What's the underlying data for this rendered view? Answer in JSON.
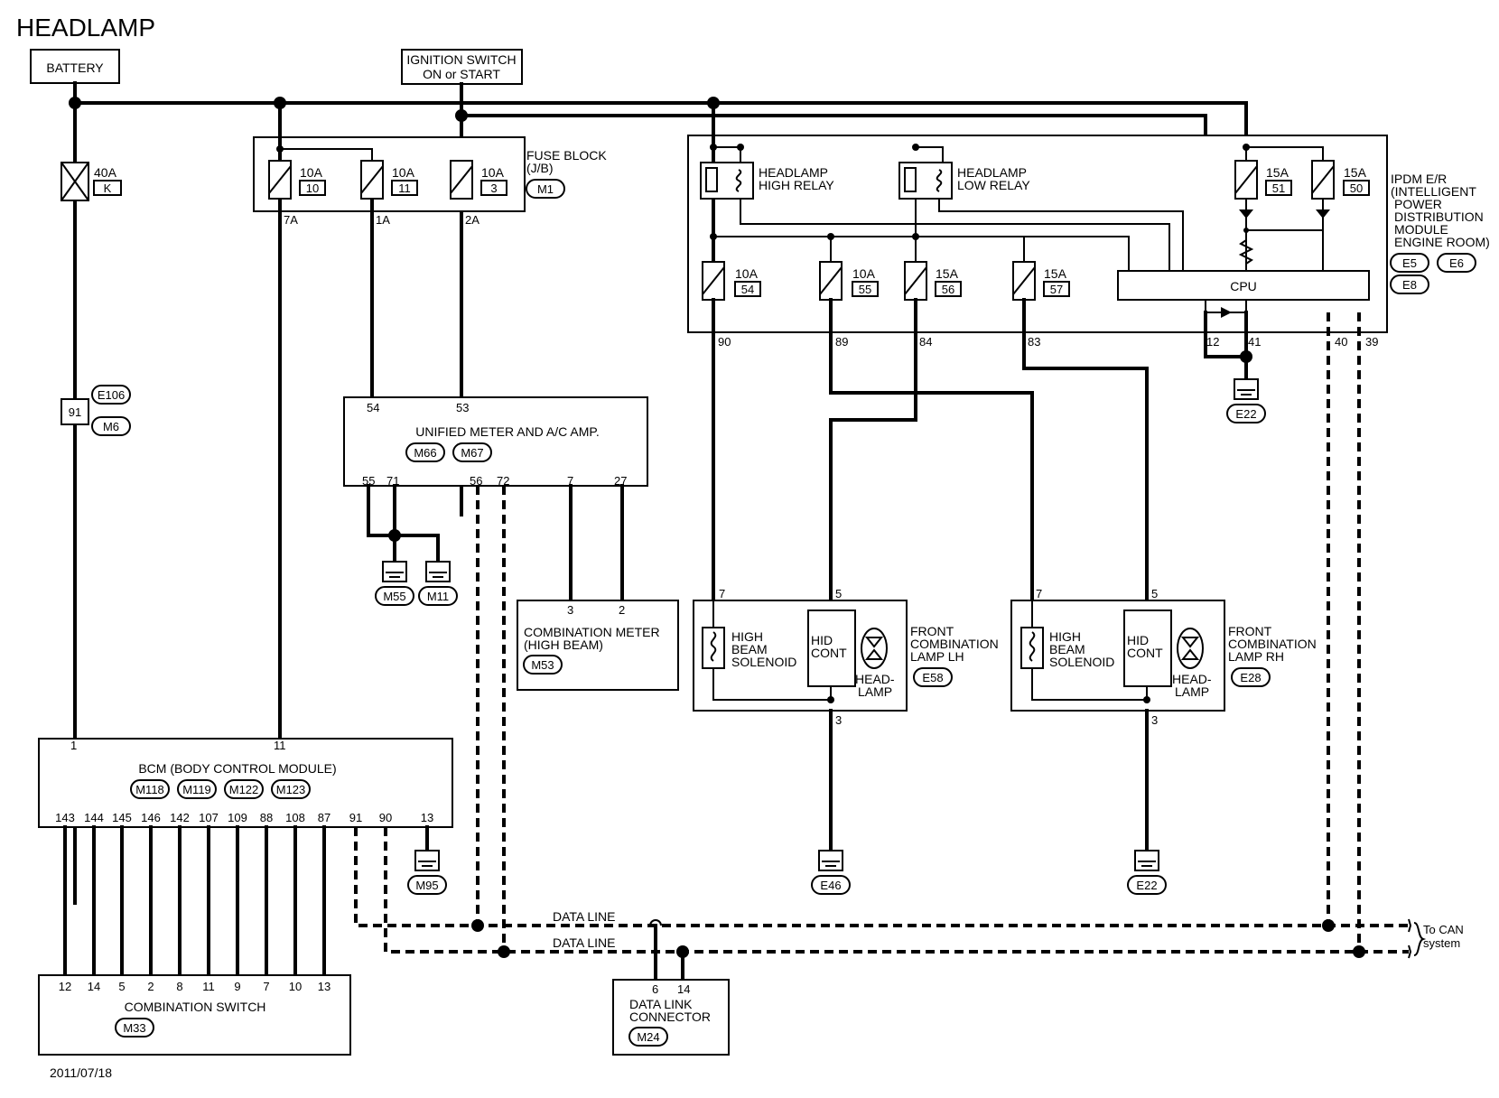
{
  "title": "HEADLAMP",
  "date": "2011/07/18",
  "sources": {
    "battery": "BATTERY",
    "ignition_line1": "IGNITION SWITCH",
    "ignition_line2": "ON or START"
  },
  "main_fuse": {
    "rating": "40A",
    "id": "K"
  },
  "fuse_block": {
    "label_line1": "FUSE BLOCK",
    "label_line2": "(J/B)",
    "connector": "M1",
    "fuses": [
      {
        "rating": "10A",
        "number": "10",
        "out_pin": "7A"
      },
      {
        "rating": "10A",
        "number": "11",
        "out_pin": "1A"
      },
      {
        "rating": "10A",
        "number": "3",
        "out_pin": "2A"
      }
    ]
  },
  "ipdm": {
    "label_lines": [
      "IPDM E/R",
      "(INTELLIGENT",
      "POWER",
      "DISTRIBUTION",
      "MODULE",
      "ENGINE ROOM)"
    ],
    "connectors": [
      "E5",
      "E6",
      "E8"
    ],
    "high_relay": [
      "HEADLAMP",
      "HIGH RELAY"
    ],
    "low_relay": [
      "HEADLAMP",
      "LOW RELAY"
    ],
    "cpu": "CPU",
    "fuses": [
      {
        "rating": "15A",
        "number": "51"
      },
      {
        "rating": "15A",
        "number": "50"
      },
      {
        "rating": "10A",
        "number": "54",
        "out_pin": "90"
      },
      {
        "rating": "10A",
        "number": "55",
        "out_pin": "89"
      },
      {
        "rating": "15A",
        "number": "56",
        "out_pin": "84"
      },
      {
        "rating": "15A",
        "number": "57",
        "out_pin": "83"
      }
    ],
    "pins": {
      "gnd1": "12",
      "gnd2": "41",
      "can_h": "40",
      "can_l": "39"
    },
    "ground": "E22"
  },
  "joint_connectors": {
    "pin": "91",
    "conn1": "E106",
    "conn2": "M6"
  },
  "meter": {
    "label": "UNIFIED METER AND A/C AMP.",
    "connectors": [
      "M66",
      "M67"
    ],
    "pins_in": [
      "54",
      "53"
    ],
    "pins_out": [
      "55",
      "71",
      "56",
      "72",
      "7",
      "27"
    ],
    "grounds": [
      "M55",
      "M11"
    ]
  },
  "combination_meter": {
    "pins": [
      "3",
      "2"
    ],
    "label_line1": "COMBINATION METER",
    "label_line2": "(HIGH BEAM)",
    "connector": "M53"
  },
  "lamp_lh": {
    "label": [
      "FRONT",
      "COMBINATION",
      "LAMP LH"
    ],
    "connector": "E58",
    "pins": {
      "a": "7",
      "b": "5",
      "gnd": "3"
    },
    "solenoid": [
      "HIGH",
      "BEAM",
      "SOLENOID"
    ],
    "hid": [
      "HID",
      "CONT"
    ],
    "head": [
      "HEAD-",
      "LAMP"
    ],
    "ground": "E46"
  },
  "lamp_rh": {
    "label": [
      "FRONT",
      "COMBINATION",
      "LAMP RH"
    ],
    "connector": "E28",
    "pins": {
      "a": "7",
      "b": "5",
      "gnd": "3"
    },
    "solenoid": [
      "HIGH",
      "BEAM",
      "SOLENOID"
    ],
    "hid": [
      "HID",
      "CONT"
    ],
    "head": [
      "HEAD-",
      "LAMP"
    ],
    "ground": "E22"
  },
  "bcm": {
    "label": "BCM (BODY CONTROL MODULE)",
    "connectors": [
      "M118",
      "M119",
      "M122",
      "M123"
    ],
    "pins_in": [
      "1",
      "11"
    ],
    "pins_out": [
      "143",
      "144",
      "145",
      "146",
      "142",
      "107",
      "109",
      "88",
      "108",
      "87",
      "91",
      "90",
      "13"
    ],
    "ground": "M95"
  },
  "combination_switch": {
    "label": "COMBINATION SWITCH",
    "connector": "M33",
    "pins": [
      "12",
      "14",
      "5",
      "2",
      "8",
      "11",
      "9",
      "7",
      "10",
      "13"
    ]
  },
  "data_link": {
    "pins": [
      "6",
      "14"
    ],
    "label_line1": "DATA LINK",
    "label_line2": "CONNECTOR",
    "connector": "M24"
  },
  "data_line_label": "DATA LINE",
  "can_label_line1": "To CAN",
  "can_label_line2": "system"
}
